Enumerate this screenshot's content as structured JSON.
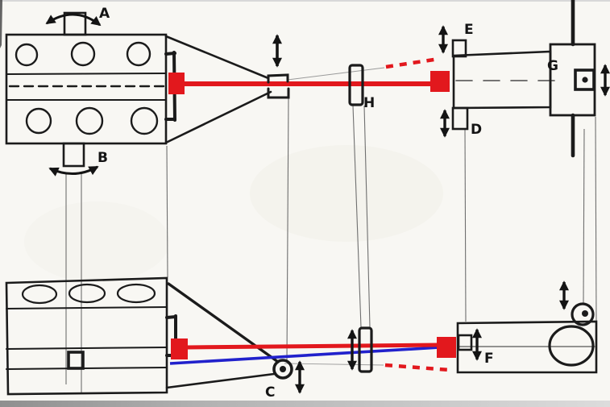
{
  "figure": {
    "kind": "hand-drawn-alignment-diagram",
    "labels": {
      "a": "A",
      "b": "B",
      "c": "C",
      "d": "D",
      "e": "E",
      "f": "F",
      "g": "G",
      "h": "H"
    }
  },
  "colors": {
    "paper": "#f8f7f3",
    "ink": "#1b1b1b",
    "construction_gray": "#8a8a8a",
    "beam_red": "#e2181d",
    "axis_blue": "#2121cc"
  }
}
